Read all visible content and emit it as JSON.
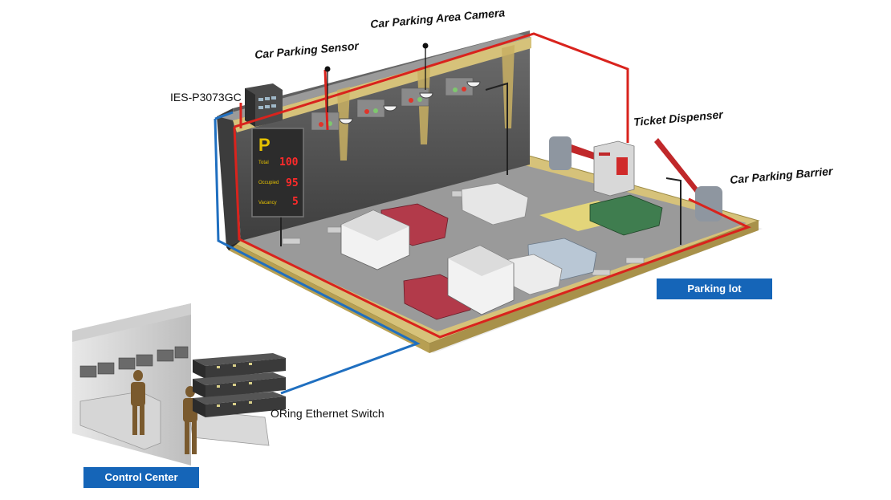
{
  "labels": {
    "sensor": "Car Parking Sensor",
    "camera": "Car Parking Area Camera",
    "switch_top": "IES-P3073GC",
    "ticket": "Ticket Dispenser",
    "barrier": "Car Parking Barrier",
    "oring": "ORing Ethernet Switch",
    "parking_lot": "Parking lot",
    "control_center": "Control Center"
  },
  "sign": {
    "letter": "P",
    "rows": [
      {
        "caption": "Total",
        "value": "100"
      },
      {
        "caption": "Occupied",
        "value": "95"
      },
      {
        "caption": "Vacancy",
        "value": "5"
      }
    ]
  },
  "colors": {
    "network_red": "#d9231d",
    "network_blue": "#1f6fc0",
    "label_box": "#1565b8",
    "floor": "#9a9a9a",
    "curb": "#d6c27a"
  }
}
